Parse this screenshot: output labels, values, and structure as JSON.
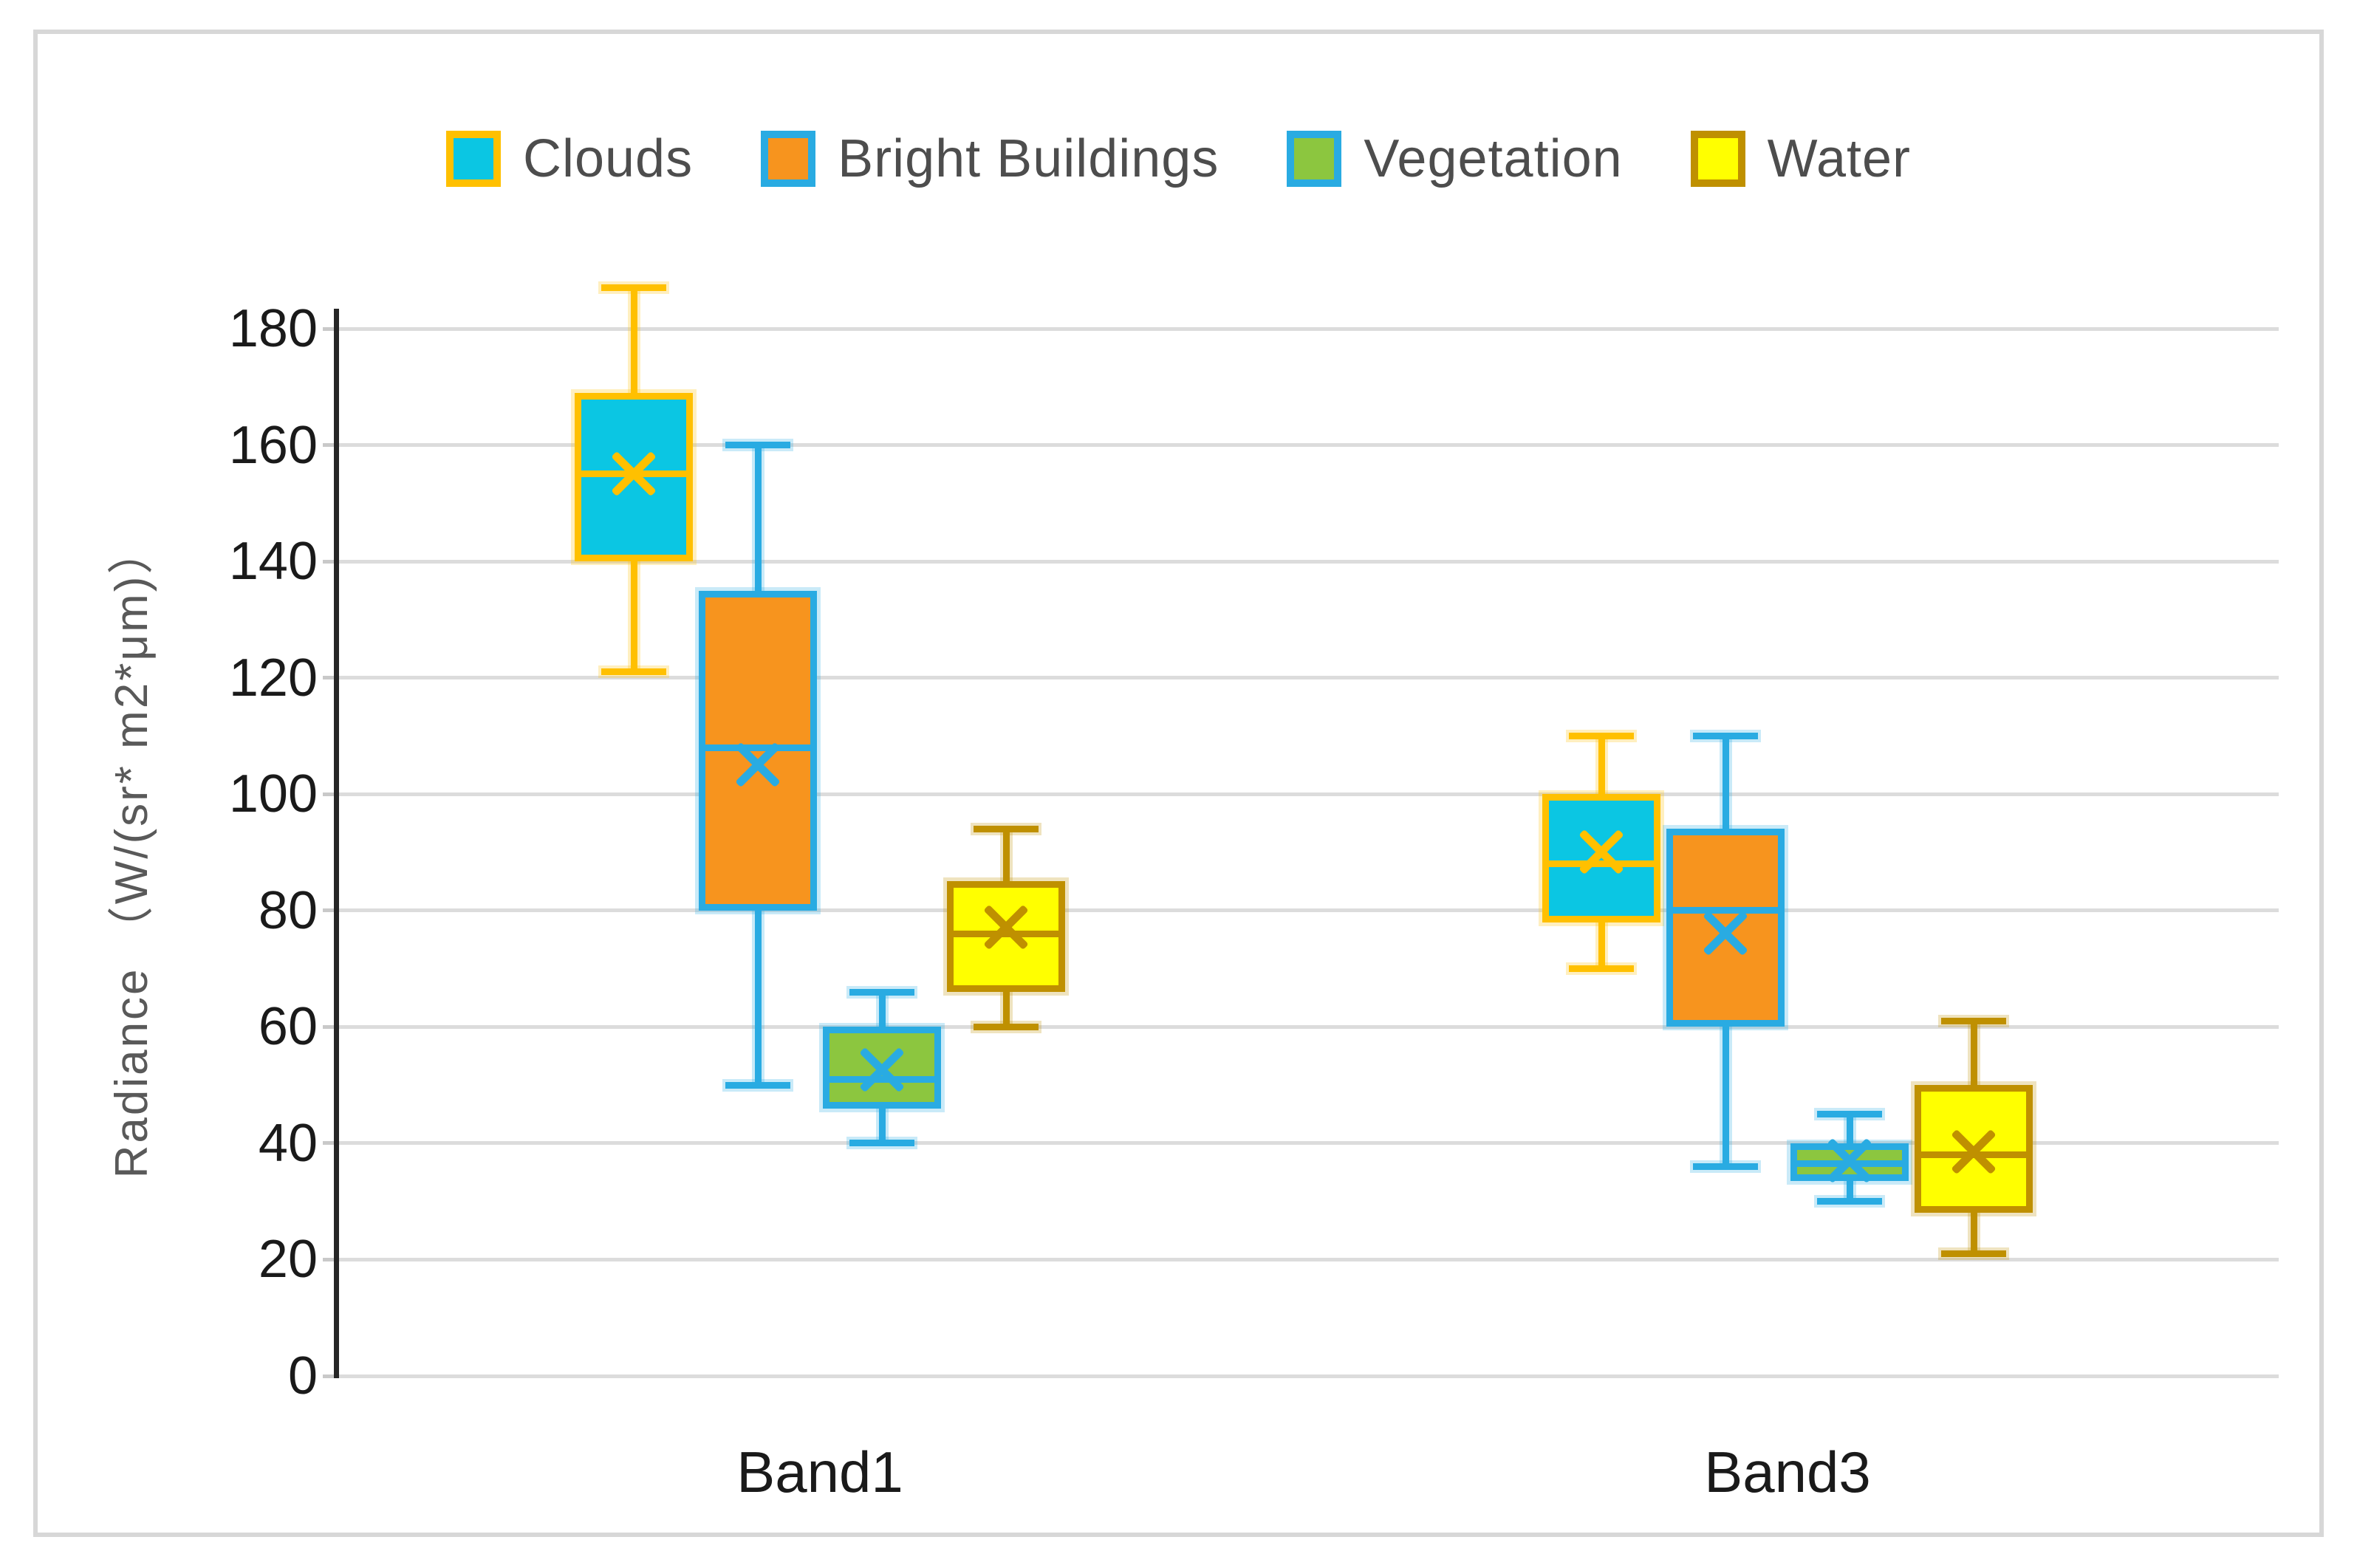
{
  "figure": {
    "background": "#ffffff",
    "border_color": "#d7d7d7"
  },
  "y_axis": {
    "title": "Radiance （W/(sr* m2*μm)）",
    "min": 0,
    "max": 180,
    "tick_step": 20,
    "tick_labels": [
      "0",
      "20",
      "40",
      "60",
      "80",
      "100",
      "120",
      "140",
      "160",
      "180"
    ]
  },
  "x_axis": {
    "categories": [
      "Band1",
      "Band3"
    ]
  },
  "legend": {
    "position": "top-center",
    "items": [
      "Clouds",
      "Bright Buildings",
      "Vegetation",
      "Water"
    ]
  },
  "chart_data": {
    "type": "boxplot",
    "title": "",
    "xlabel": "",
    "ylabel": "Radiance （W/(sr* m2*μm)）",
    "ylim": [
      0,
      180
    ],
    "grid": true,
    "gridline_color": "#dcdcdc",
    "categories": [
      "Band1",
      "Band3"
    ],
    "series": [
      {
        "name": "Clouds",
        "fill_color": "#0bc6e3",
        "line_color": "#ffc000",
        "boxes": [
          {
            "category": "Band1",
            "min": 121,
            "q1": 140,
            "median": 155,
            "mean": 155,
            "q3": 169,
            "max": 187
          },
          {
            "category": "Band3",
            "min": 70,
            "q1": 78,
            "median": 88,
            "mean": 90,
            "q3": 100,
            "max": 110
          }
        ]
      },
      {
        "name": "Bright Buildings",
        "fill_color": "#f7941e",
        "line_color": "#29abe2",
        "boxes": [
          {
            "category": "Band1",
            "min": 50,
            "q1": 80,
            "median": 108,
            "mean": 105,
            "q3": 135,
            "max": 160
          },
          {
            "category": "Band3",
            "min": 36,
            "q1": 60,
            "median": 80,
            "mean": 76,
            "q3": 94,
            "max": 110
          }
        ]
      },
      {
        "name": "Vegetation",
        "fill_color": "#8cc63f",
        "line_color": "#29abe2",
        "boxes": [
          {
            "category": "Band1",
            "min": 40,
            "q1": 46,
            "median": 51,
            "mean": 52.5,
            "q3": 60,
            "max": 66
          },
          {
            "category": "Band3",
            "min": 30,
            "q1": 33.5,
            "median": 36.5,
            "mean": 37,
            "q3": 40,
            "max": 45
          }
        ]
      },
      {
        "name": "Water",
        "fill_color": "#ffff00",
        "line_color": "#bf9000",
        "boxes": [
          {
            "category": "Band1",
            "min": 60,
            "q1": 66,
            "median": 76,
            "mean": 77,
            "q3": 85,
            "max": 94
          },
          {
            "category": "Band3",
            "min": 21,
            "q1": 28,
            "median": 38,
            "mean": 38.5,
            "q3": 50,
            "max": 61
          }
        ]
      }
    ]
  }
}
